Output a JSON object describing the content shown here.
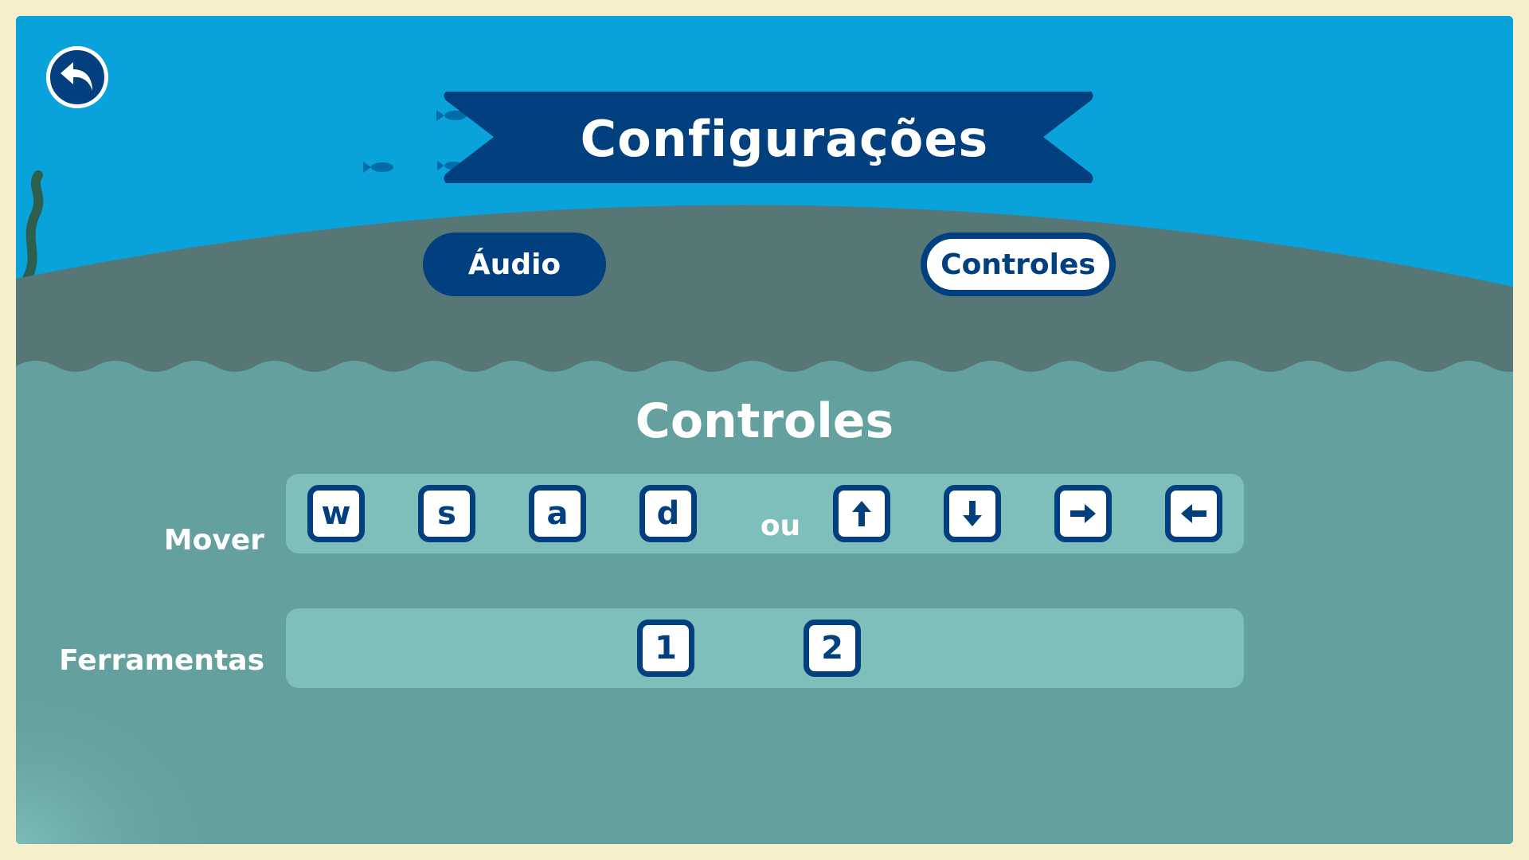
{
  "header": {
    "title": "Configurações"
  },
  "tabs": [
    {
      "label": "Áudio",
      "active": false
    },
    {
      "label": "Controles",
      "active": true
    }
  ],
  "section": {
    "title": "Controles"
  },
  "controls": {
    "move": {
      "label": "Mover",
      "keys": [
        "w",
        "s",
        "a",
        "d"
      ],
      "separator": "ou",
      "arrow_keys": [
        "arrow-up-icon",
        "arrow-down-icon",
        "arrow-right-icon",
        "arrow-left-icon"
      ]
    },
    "tools": {
      "label": "Ferramentas",
      "keys": [
        "1",
        "2"
      ]
    }
  },
  "colors": {
    "sky": "#0aa2da",
    "hill": "#567776",
    "water": "#64a09d",
    "panel": "#7ebfbc",
    "navy": "#013f7e",
    "frame": "#f7efcb"
  }
}
